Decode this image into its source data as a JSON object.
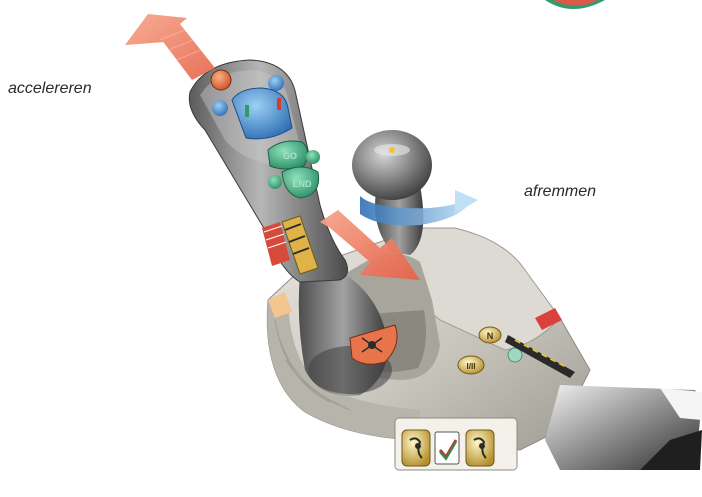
{
  "labels": {
    "accelerate": "accelereren",
    "brake": "afremmen"
  },
  "buttons": {
    "go": "GO",
    "end": "END"
  },
  "switch_markers": {
    "upper": "N",
    "lower": "I/II"
  },
  "icons": [
    "accelerate-arrow-icon",
    "brake-arrow-icon",
    "rotation-arrow-icon",
    "range-badge-icon",
    "hitch-icon",
    "check-icon"
  ],
  "colors": {
    "arrow_red": "#f0765a",
    "rotation_blue": "#7fb5dd",
    "button_blue": "#3b7fc0",
    "button_green": "#3ea57c",
    "button_orange": "#e46b3a",
    "console_gray": "#c9c7bf",
    "lever_gray": "#8a8a8a"
  }
}
